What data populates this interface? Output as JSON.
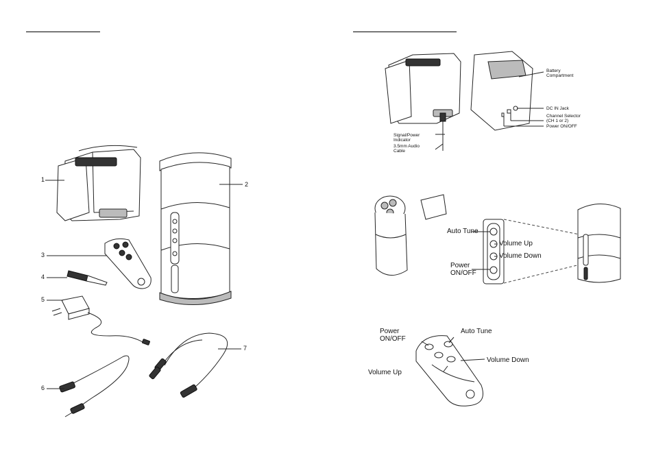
{
  "left_page": {
    "parts": [
      {
        "num": "1"
      },
      {
        "num": "2"
      },
      {
        "num": "3"
      },
      {
        "num": "4"
      },
      {
        "num": "5"
      },
      {
        "num": "6"
      },
      {
        "num": "7"
      }
    ]
  },
  "right_page": {
    "top_diagram": {
      "battery_compartment": "Battery\nCompartment",
      "dc_in_jack": "DC IN Jack",
      "channel_selector": "Channel Selector\n(CH 1 or 2)",
      "power_on_off": "Power ON/OFF",
      "signal_power_indicator": "Signal/Power\nIndicator",
      "audio_cable": "3.5mm Audio\nCable"
    },
    "middle_diagram": {
      "auto_tune": "Auto Tune",
      "volume_up": "Volume Up",
      "volume_down": "Volume Down",
      "power_on_off": "Power\nON/OFF"
    },
    "bottom_diagram": {
      "power_on_off": "Power\nON/OFF",
      "auto_tune": "Auto Tune",
      "volume_down": "Volume Down",
      "volume_up": "Volume Up"
    }
  }
}
